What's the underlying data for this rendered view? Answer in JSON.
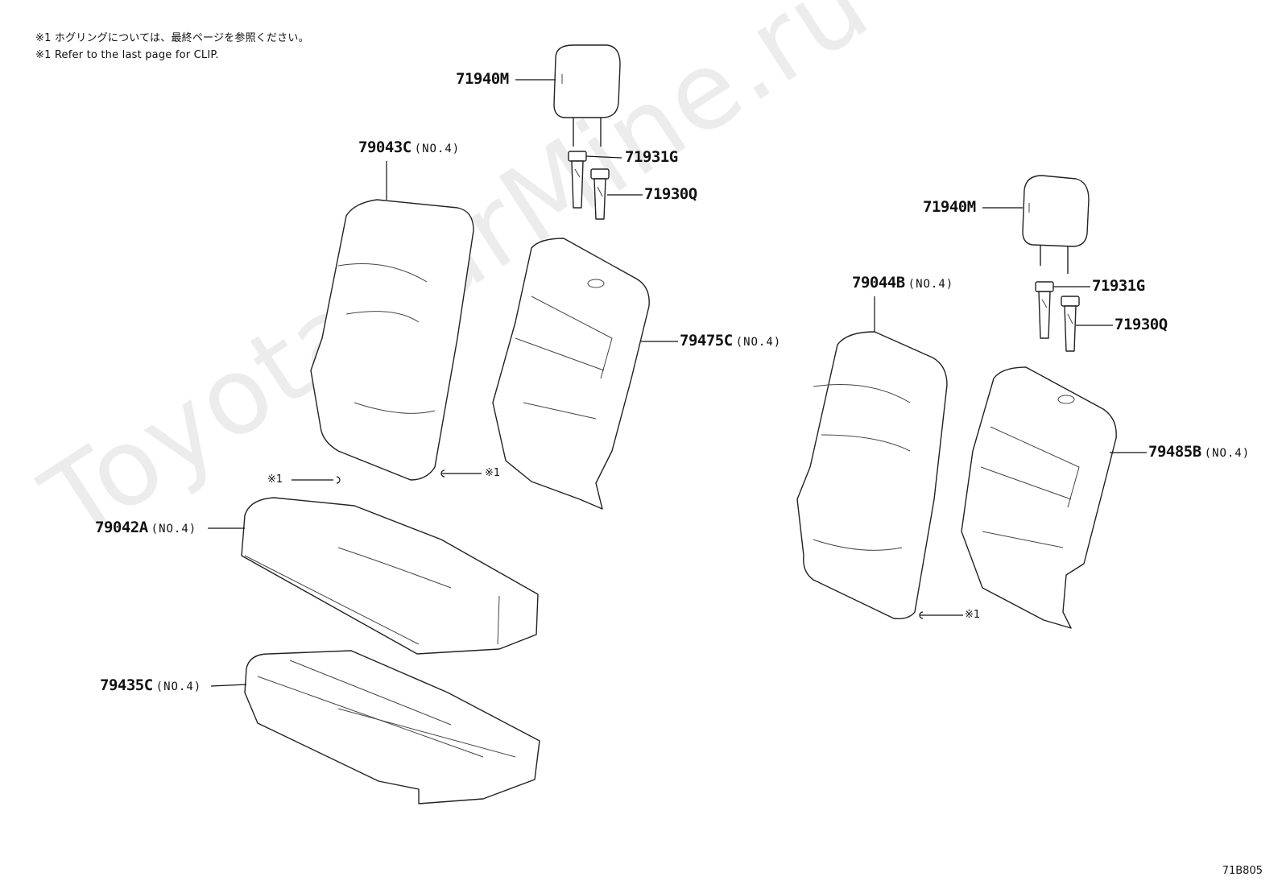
{
  "notes": {
    "ja": "※1 ホグリングについては、最終ページを参照ください。",
    "en": "※1 Refer to the last page for CLIP."
  },
  "watermark": "ToyotaCarMine.ru",
  "figure_code": "71B805",
  "clip_ref": "※1",
  "parts": {
    "headrest_left": {
      "code": "71940M"
    },
    "support_left": {
      "code": "71931G"
    },
    "guide_left": {
      "code": "71930Q"
    },
    "cover_back_left": {
      "code": "79043C",
      "sub": "(NO.4)"
    },
    "pad_back_left": {
      "code": "79475C",
      "sub": "(NO.4)"
    },
    "cover_cushion": {
      "code": "79042A",
      "sub": "(NO.4)"
    },
    "pad_cushion": {
      "code": "79435C",
      "sub": "(NO.4)"
    },
    "headrest_right": {
      "code": "71940M"
    },
    "support_right": {
      "code": "71931G"
    },
    "guide_right": {
      "code": "71930Q"
    },
    "cover_back_right": {
      "code": "79044B",
      "sub": "(NO.4)"
    },
    "pad_back_right": {
      "code": "79485B",
      "sub": "(NO.4)"
    }
  }
}
